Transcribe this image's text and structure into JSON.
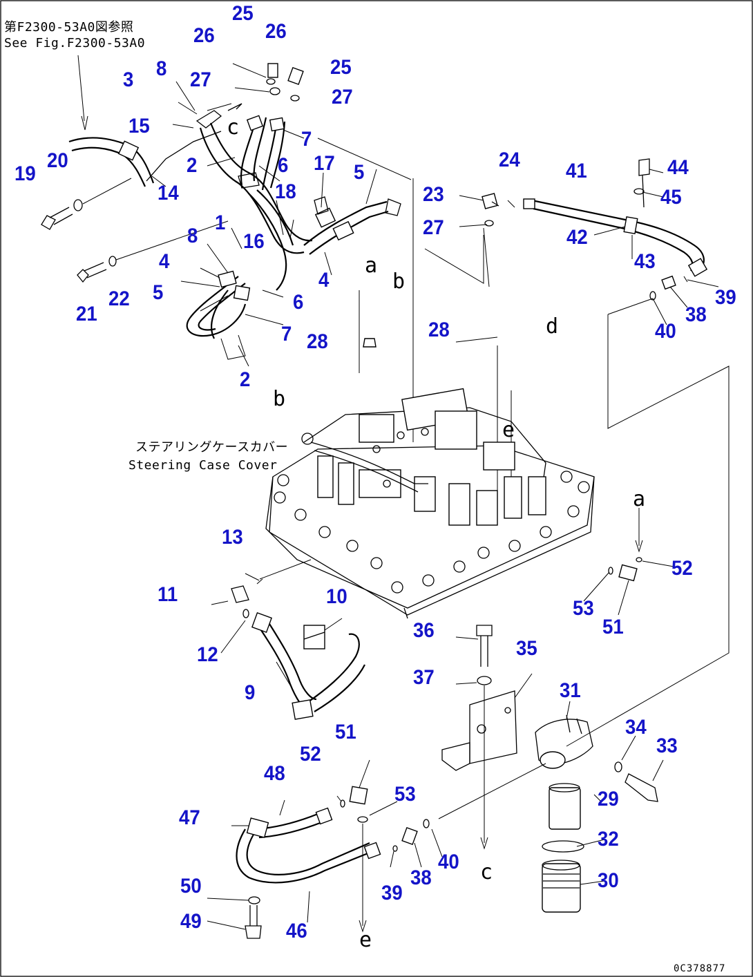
{
  "notes": {
    "ref_jp": "第F2300-53A0図参照",
    "ref_en": "See Fig.F2300-53A0",
    "cover_jp": "ステアリングケースカバー",
    "cover_en": "Steering Case Cover",
    "drawing_code": "0C378877"
  },
  "view_letters": [
    "c",
    "a",
    "b",
    "d",
    "e",
    "b",
    "a",
    "c",
    "e"
  ],
  "callouts": [
    "25",
    "26",
    "26",
    "25",
    "27",
    "27",
    "8",
    "3",
    "15",
    "7",
    "6",
    "2",
    "20",
    "19",
    "14",
    "17",
    "5",
    "18",
    "16",
    "1",
    "8",
    "4",
    "5",
    "6",
    "7",
    "28",
    "4",
    "2",
    "21",
    "22",
    "23",
    "27",
    "24",
    "41",
    "44",
    "45",
    "42",
    "43",
    "39",
    "38",
    "40",
    "28",
    "13",
    "11",
    "12",
    "10",
    "9",
    "52",
    "53",
    "51",
    "36",
    "35",
    "37",
    "31",
    "34",
    "33",
    "29",
    "32",
    "30",
    "48",
    "51",
    "52",
    "47",
    "53",
    "40",
    "38",
    "39",
    "50",
    "49",
    "46"
  ]
}
